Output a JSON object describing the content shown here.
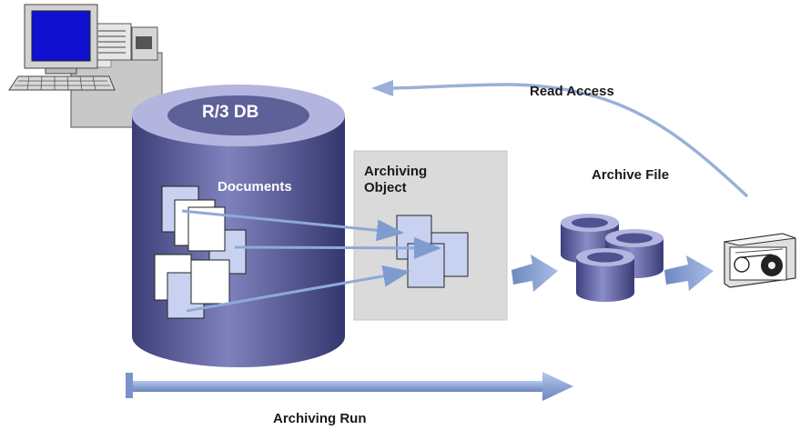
{
  "labels": {
    "db": "R/3 DB",
    "documents": "Documents",
    "archiving_object_line1": "Archiving",
    "archiving_object_line2": "Object",
    "archive_file": "Archive File",
    "read_access": "Read Access",
    "archiving_run": "Archiving Run"
  },
  "icons": {
    "computer": "computer-icon",
    "database": "database-icon",
    "document": "document-icon",
    "archive_file": "archive-file-icon",
    "tape_drive": "tape-drive-icon"
  },
  "colors": {
    "db_body": "#5f6199",
    "db_top": "#b4b6e0",
    "arrow": "#8fa8d8",
    "object_box": "#dadada",
    "monitor_screen": "#1010d0"
  }
}
